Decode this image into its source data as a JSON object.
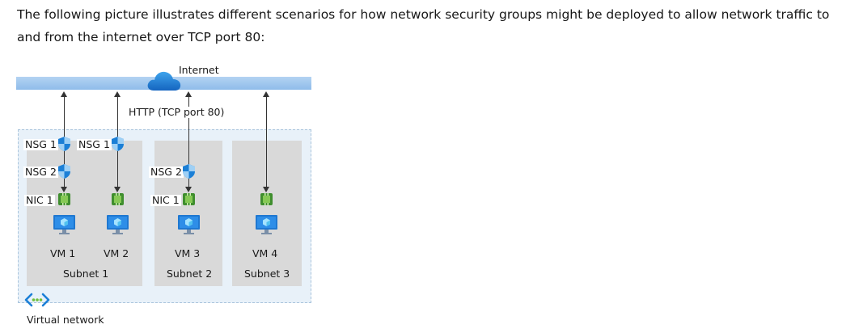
{
  "paragraph": "The following picture illustrates different scenarios for how network security groups might be deployed to allow network traffic to and from the internet over TCP port 80:",
  "diagram": {
    "internet_label": "Internet",
    "http_label": "HTTP (TCP port 80)",
    "nsg_labels": [
      "NSG 1",
      "NSG 1",
      "NSG 2",
      "NSG 2"
    ],
    "nic_labels": [
      "NIC 1",
      "NIC 1"
    ],
    "vms": [
      "VM 1",
      "VM 2",
      "VM 3",
      "VM 4"
    ],
    "subnets": [
      "Subnet 1",
      "Subnet 2",
      "Subnet 3"
    ],
    "vnet_label": "Virtual network",
    "icons": [
      "cloud-icon",
      "shield-icon",
      "nic-icon",
      "vm-icon",
      "virtual-network-icon"
    ]
  }
}
